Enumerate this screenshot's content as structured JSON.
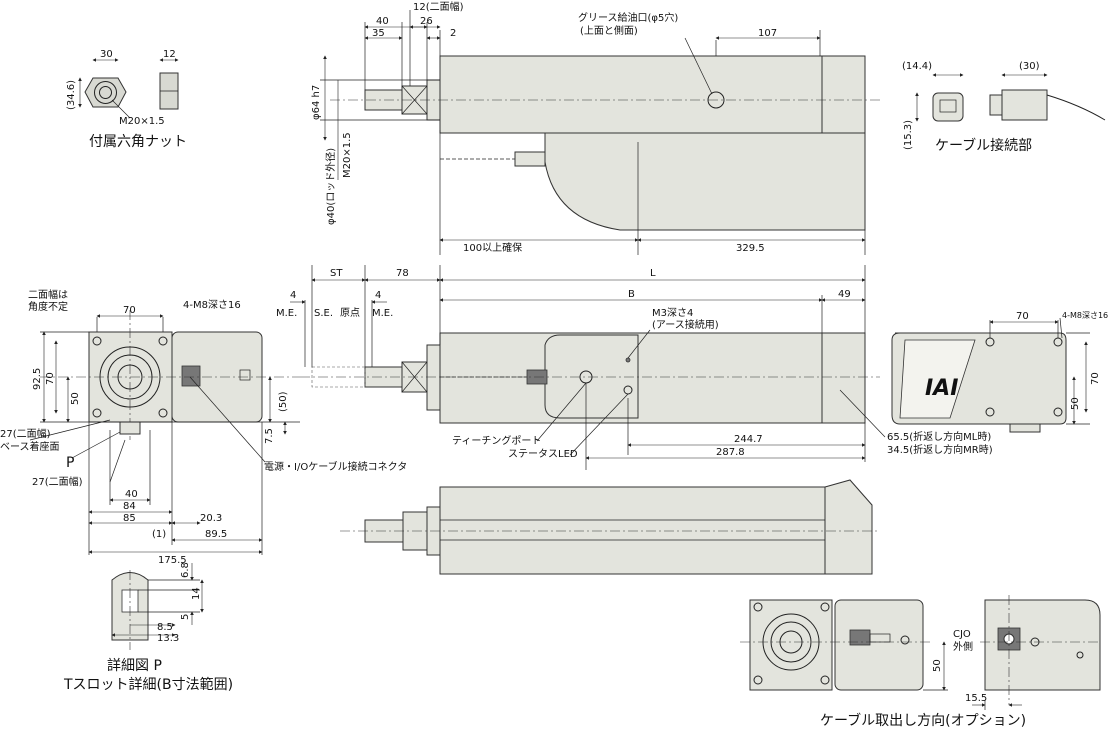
{
  "nut_view": {
    "caption": "付属六角ナット",
    "dims": [
      "30",
      "12",
      "(34.6)",
      "M20×1.5"
    ]
  },
  "top_view": {
    "dims": [
      "40",
      "35",
      "12(二面幅)",
      "26",
      "2",
      "107",
      "φ64 h7",
      "M20×1.5",
      "φ40(ロッド外径)",
      "100以上確保",
      "329.5"
    ],
    "grease_label_1": "グリース給油口(φ5穴)",
    "grease_label_2": "(上面と側面)"
  },
  "cable_view": {
    "caption": "ケーブル接続部",
    "dims": [
      "(14.4)",
      "(30)",
      "(15.3)"
    ]
  },
  "front_view": {
    "dims": [
      "二面幅は",
      "角度不定",
      "70",
      "4-M8深さ16",
      "92.5",
      "70",
      "50",
      "(50)",
      "7.5",
      "27(二面幅)",
      "ベース着座面",
      "P",
      "27(二面幅)",
      "40",
      "84",
      "85",
      "20.3",
      "(1)",
      "89.5",
      "175.5"
    ],
    "connector_label": "電源・I/Oケーブル接続コネクタ"
  },
  "main_view": {
    "dims": [
      "ST",
      "78",
      "L",
      "4",
      "4",
      "M.E.",
      "S.E.",
      "原点",
      "M.E.",
      "B",
      "49",
      "M3深さ4",
      "(アース接続用)",
      "244.7",
      "287.8"
    ],
    "teaching_port": "ティーチングポート",
    "status_led": "ステータスLED",
    "ml_note": "65.5(折返し方向ML時)",
    "mr_note": "34.5(折返し方向MR時)"
  },
  "end_view": {
    "logo": "IAI",
    "dims": [
      "70",
      "4-M8深さ16",
      "70",
      "50"
    ]
  },
  "detail_p": {
    "dims": [
      "6.8",
      "14",
      "5",
      "8.5",
      "13.3"
    ],
    "caption_1": "詳細図 P",
    "caption_2": "Tスロット詳細(B寸法範囲)"
  },
  "option_view": {
    "cjo_1": "CJO",
    "cjo_2": "外側",
    "dims": [
      "50",
      "15.5"
    ],
    "caption": "ケーブル取出し方向(オプション)"
  }
}
